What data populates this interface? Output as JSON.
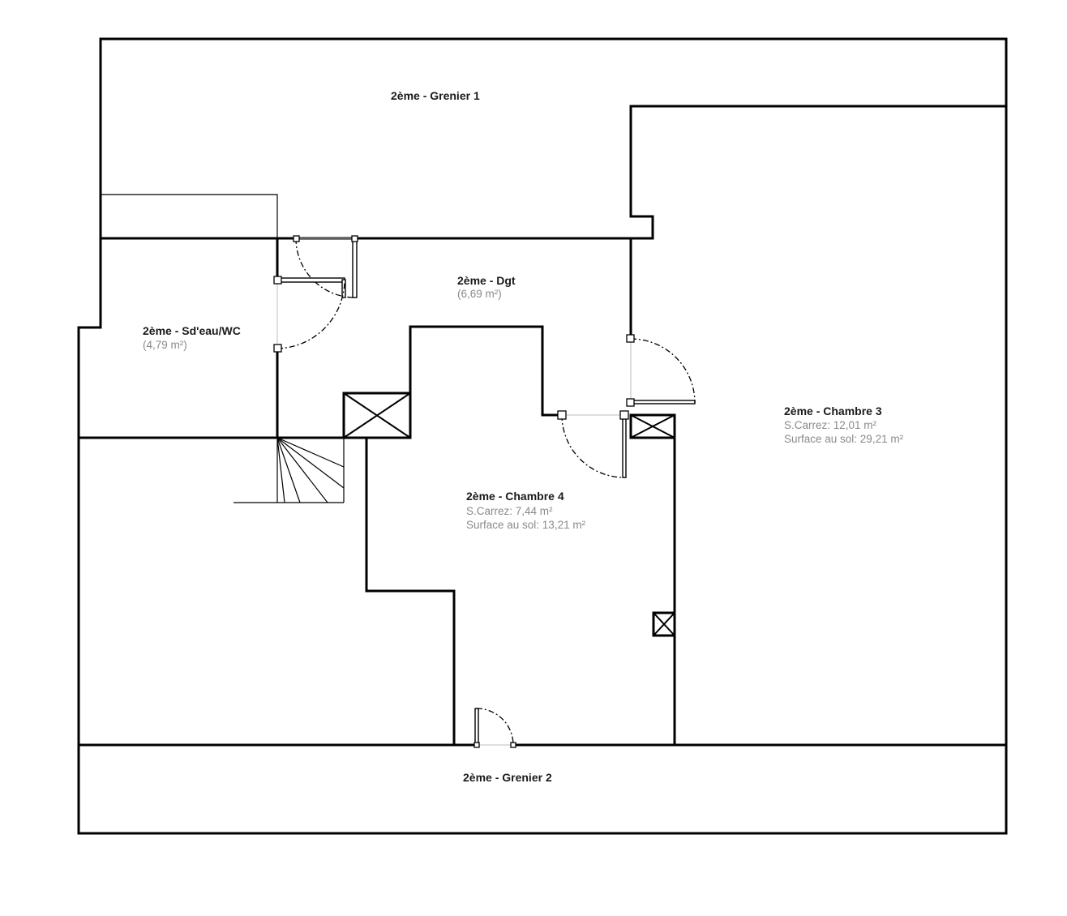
{
  "plan": {
    "rooms": [
      {
        "id": "grenier1",
        "name": "2ème - Grenier 1"
      },
      {
        "id": "dgt",
        "name": "2ème - Dgt",
        "area": "(6,69 m²)"
      },
      {
        "id": "sdeau",
        "name": "2ème - Sd'eau/WC",
        "area": "(4,79 m²)"
      },
      {
        "id": "chambre3",
        "name": "2ème - Chambre 3",
        "carrez": "S.Carrez: 12,01 m²",
        "sol": "Surface au sol: 29,21 m²"
      },
      {
        "id": "chambre4",
        "name": "2ème - Chambre 4",
        "carrez": "S.Carrez: 7,44 m²",
        "sol": "Surface au sol: 13,21 m²"
      },
      {
        "id": "grenier2",
        "name": "2ème - Grenier 2"
      }
    ],
    "colors": {
      "wall": "#000000",
      "name_text": "#1a1a1a",
      "area_text": "#8a8a8a"
    }
  }
}
